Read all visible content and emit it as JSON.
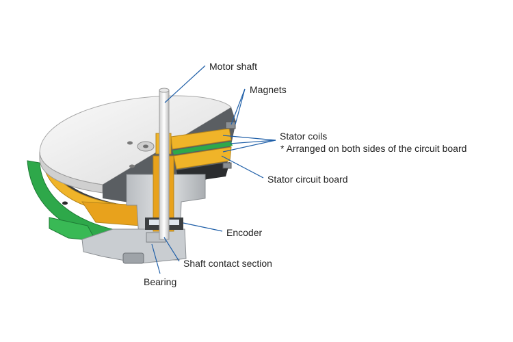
{
  "labels": {
    "motor_shaft": "Motor shaft",
    "magnets": "Magnets",
    "stator_coils": "Stator coils",
    "stator_coils_note": "* Arranged on both sides of the circuit board",
    "stator_circuit_board": "Stator circuit board",
    "encoder": "Encoder",
    "shaft_contact_section": "Shaft contact section",
    "bearing": "Bearing"
  },
  "colors": {
    "leader_line": "#1f5fa8",
    "circuit_board": "#2ea84a",
    "coil": "#f0b429",
    "housing": "#c9cdd1",
    "dark_core": "#333638",
    "disc_top": "#f2f2f2"
  }
}
